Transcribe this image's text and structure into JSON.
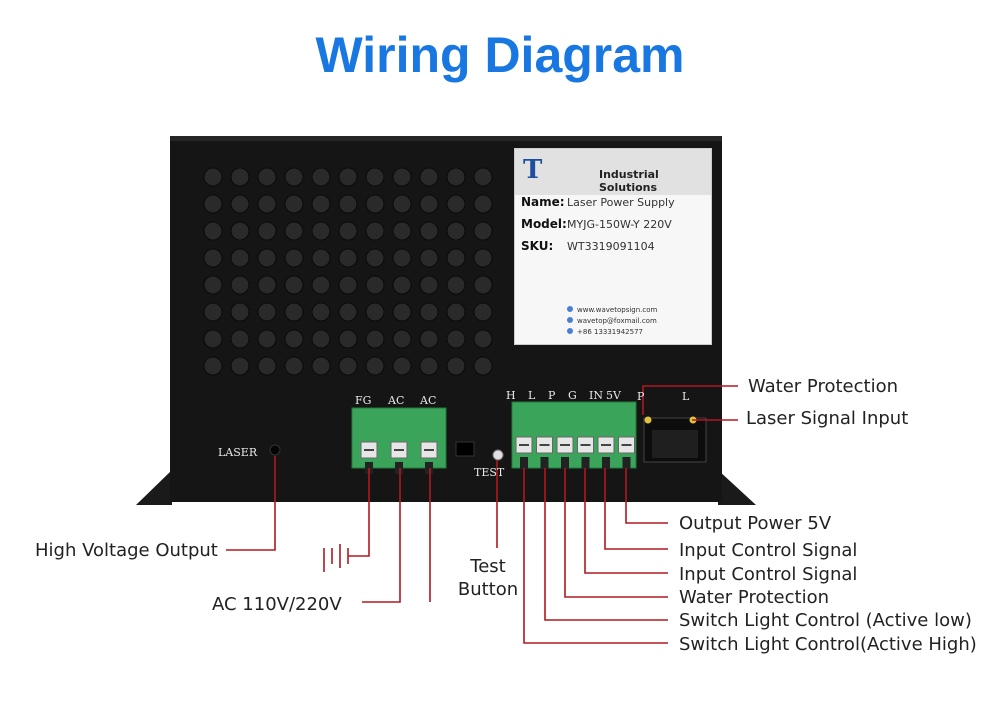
{
  "title": "Wiring Diagram",
  "device_label": {
    "company": "Industrial Solutions",
    "logo_text": "T",
    "name_key": "Name:",
    "name_value": "Laser Power Supply",
    "model_key": "Model:",
    "model_value": "MYJG-150W-Y 220V",
    "sku_key": "SKU:",
    "sku_value": "WT3319091104",
    "website": "www.wavetopsign.com",
    "email": "wavetop@foxmail.com",
    "phone": "+86 13331942577"
  },
  "panel_text": {
    "laser": "LASER",
    "test": "TEST",
    "fg": "FG",
    "ac1": "AC",
    "ac2": "AC",
    "h": "H",
    "l": "L",
    "p": "P",
    "g": "G",
    "in": "IN",
    "v5": "5V",
    "p2": "P",
    "l2": "L"
  },
  "callouts": {
    "water_protection_top": "Water Protection",
    "laser_signal_input": "Laser Signal Input",
    "output_power_5v": "Output Power 5V",
    "input_control_1": "Input Control Signal",
    "input_control_2": "Input Control Signal",
    "water_protection": "Water Protection",
    "switch_low": "Switch Light Control (Active low)",
    "switch_high": "Switch Light Control(Active High)",
    "high_voltage": "High Voltage Output",
    "ac_input": "AC 110V/220V",
    "test_line1": "Test",
    "test_line2": "Button"
  },
  "colors": {
    "title": "#1877e0",
    "leader": "#b01820",
    "terminal": "#3aa55a",
    "chassis": "#141414"
  }
}
